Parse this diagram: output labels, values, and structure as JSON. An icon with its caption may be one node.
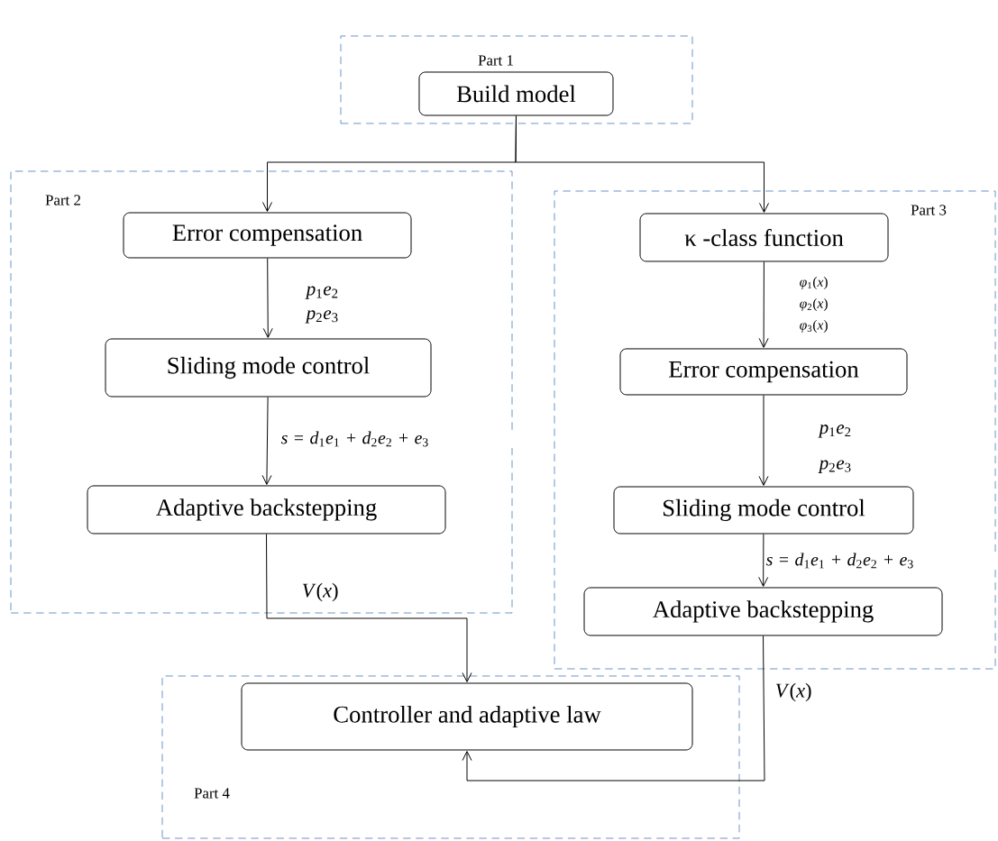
{
  "diagram": {
    "nodes": [
      {
        "text": [
          "Part 1"
        ]
      },
      {
        "text": [
          "Build model"
        ],
        "in": 0
      },
      {
        "text": [
          "Part 2"
        ]
      },
      {
        "text": [
          "Error compensation"
        ],
        "in": 2
      },
      {
        "text": [
          "Sliding mode control"
        ],
        "in": 2
      },
      {
        "text": [
          "Adaptive backstepping"
        ],
        "in": 2
      },
      {
        "text": [
          "Part 3"
        ]
      },
      {
        "text": [
          "κ -class function"
        ],
        "in": 6
      },
      {
        "text": [
          "Error compensation"
        ],
        "in": 6
      },
      {
        "text": [
          "Sliding mode control"
        ],
        "in": 6
      },
      {
        "text": [
          "Adaptive backstepping"
        ],
        "in": 6
      },
      {
        "text": [
          "Part 4"
        ]
      },
      {
        "text": [
          "Controller and adaptive law"
        ],
        "in": 11
      }
    ],
    "edges": [
      {
        "from": 1,
        "to": 3,
        "arrow": "to"
      },
      {
        "from": 1,
        "to": 7,
        "arrow": "to"
      },
      {
        "from": 3,
        "to": 4,
        "arrow": "to",
        "label": "*p*$_{1}$*e*$_{2}$ *p*$_{2}$*e*$_{3}$"
      },
      {
        "from": 4,
        "to": 5,
        "arrow": "to",
        "label": "*s* = *d*$_{1}$*e*$_{1}$ + *d*$_{2}$*e*$_{2}$ + *e*$_{3}$"
      },
      {
        "from": 5,
        "to": 12,
        "arrow": "to",
        "label": "*V*(*x*)"
      },
      {
        "from": 7,
        "to": 8,
        "arrow": "to",
        "label": "*φ*$_{1}$(*x*) *φ*$_{2}$(*x*) *φ*$_{3}$(*x*)"
      },
      {
        "from": 8,
        "to": 9,
        "arrow": "to",
        "label": "*p*$_{1}$*e*$_{2}$ *p*$_{2}$*e*$_{3}$"
      },
      {
        "from": 9,
        "to": 10,
        "arrow": "to",
        "label": "*s* = *d*$_{1}$*e*$_{1}$ + *d*$_{2}$*e*$_{2}$ + *e*$_{3}$"
      },
      {
        "from": 10,
        "to": 12,
        "arrow": "to",
        "label": "*V*(*x*)"
      }
    ]
  }
}
